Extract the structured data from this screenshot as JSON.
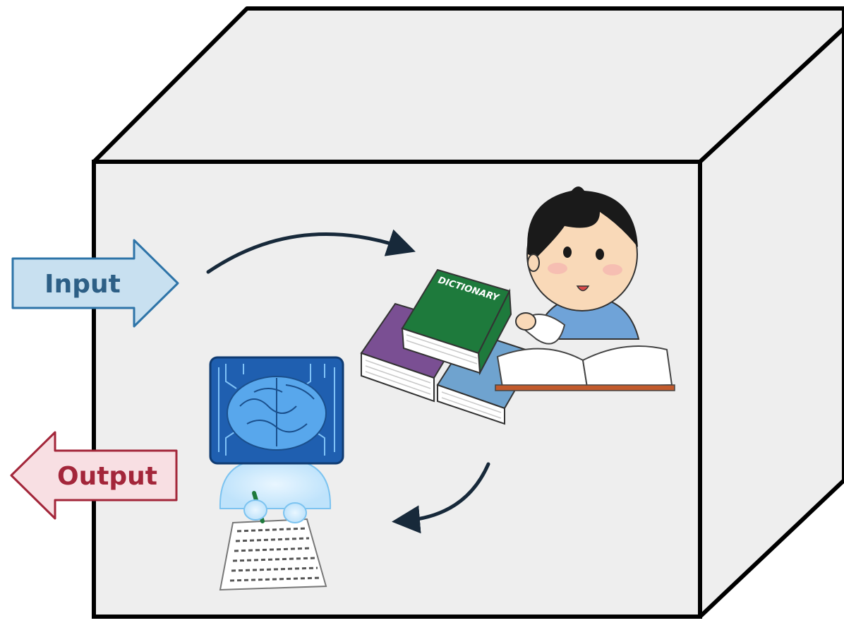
{
  "labels": {
    "input": "Input",
    "output": "Output",
    "book_title": "DICTIONARY"
  },
  "colors": {
    "box_fill": "#eeeeee",
    "box_stroke": "#000000",
    "input_fill": "#c8e0f0",
    "input_stroke": "#2e74a8",
    "input_text": "#2d5f86",
    "output_fill": "#f8dfe3",
    "output_stroke": "#a3263a",
    "output_text": "#a3263a",
    "flow_arrow": "#17293a",
    "dictionary_green": "#1e7a3c",
    "book_purple": "#7a4f93",
    "book_blue": "#6fa3cf",
    "shirt_blue": "#6fa3d8",
    "skin": "#f9d9b8",
    "hair": "#1a1a1a",
    "chip_blue": "#1f5fb0",
    "brain_blue": "#58a7ec",
    "robot_body": "#cfe9fb"
  },
  "icons": {
    "input_arrow": "right-arrow-icon",
    "output_arrow": "left-arrow-icon",
    "flow_top": "curved-arrow-right-icon",
    "flow_bottom": "curved-arrow-left-icon",
    "books": "books-stack-icon",
    "person": "boy-reading-icon",
    "ai": "ai-brain-writer-icon"
  }
}
